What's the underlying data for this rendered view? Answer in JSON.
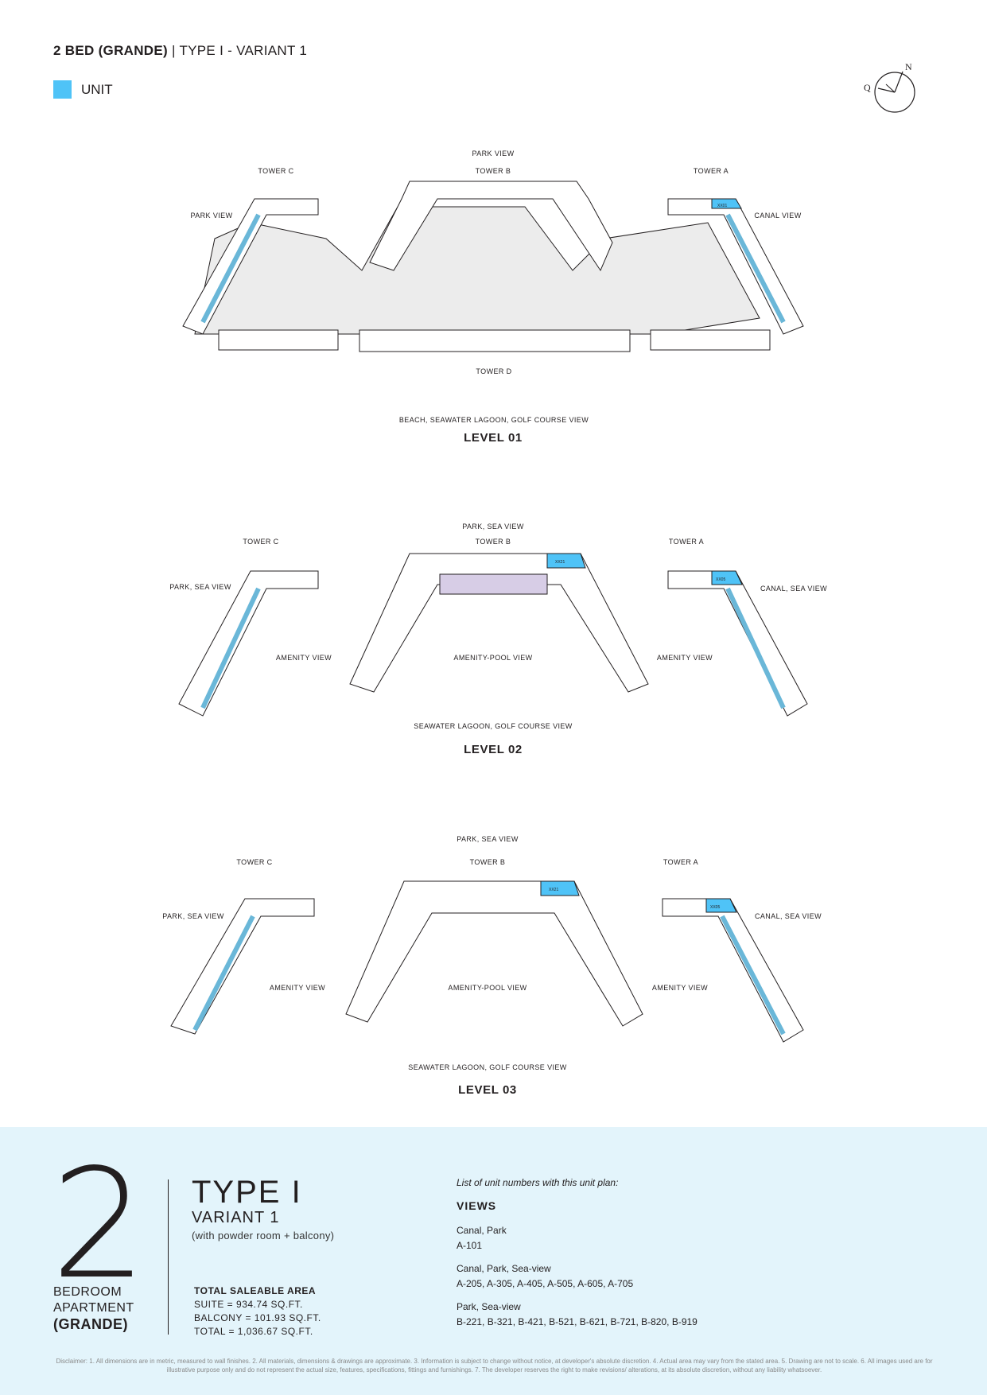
{
  "header": {
    "title_bold": "2 BED (GRANDE)",
    "title_rest": " | TYPE I - VARIANT 1"
  },
  "legend": {
    "label": "UNIT",
    "color": "#4fc3f7"
  },
  "compass": {
    "n": "N",
    "q": "Q"
  },
  "level1": {
    "title": "LEVEL 01",
    "top_view": "PARK VIEW",
    "tower_c": "TOWER C",
    "tower_b": "TOWER B",
    "tower_a": "TOWER A",
    "tower_d": "TOWER D",
    "left_view": "PARK VIEW",
    "right_view": "CANAL VIEW",
    "bottom_view": "BEACH, SEAWATER LAGOON, GOLF COURSE VIEW"
  },
  "level2": {
    "title": "LEVEL 02",
    "top_view": "PARK, SEA VIEW",
    "tower_c": "TOWER C",
    "tower_b": "TOWER B",
    "tower_a": "TOWER A",
    "left_view": "PARK, SEA VIEW",
    "right_view": "CANAL, SEA VIEW",
    "amenity_left": "AMENITY VIEW",
    "amenity_pool": "AMENITY-POOL VIEW",
    "amenity_right": "AMENITY VIEW",
    "bottom_view": "SEAWATER LAGOON, GOLF COURSE VIEW"
  },
  "level3": {
    "title": "LEVEL 03",
    "top_view": "PARK, SEA VIEW",
    "tower_c": "TOWER C",
    "tower_b": "TOWER B",
    "tower_a": "TOWER A",
    "left_view": "PARK, SEA VIEW",
    "right_view": "CANAL, SEA VIEW",
    "amenity_left": "AMENITY VIEW",
    "amenity_pool": "AMENITY-POOL VIEW",
    "amenity_right": "AMENITY VIEW",
    "bottom_view": "SEAWATER LAGOON, GOLF COURSE VIEW"
  },
  "plan_labels": {
    "l1_highlight": "XX01",
    "l2_highlight_b": "XX21",
    "l2_highlight_a": "XX05",
    "l3_highlight_b": "XX21",
    "l3_highlight_a": "XX05"
  },
  "info": {
    "bedroom_count": "2",
    "bedroom_line1": "BEDROOM",
    "bedroom_line2": "APARTMENT",
    "bedroom_line3": "(GRANDE)",
    "type": "TYPE I",
    "variant": "VARIANT 1",
    "with": "(with powder room + balcony)",
    "area_heading": "TOTAL SALEABLE AREA",
    "suite": "SUITE = 934.74 SQ.FT.",
    "balcony": "BALCONY = 101.93 SQ.FT.",
    "total": "TOTAL = 1,036.67 SQ.FT.",
    "list_intro": "List of unit numbers with this unit plan:",
    "views_heading": "VIEWS",
    "views": [
      {
        "category": "Canal, Park",
        "units": "A-101"
      },
      {
        "category": "Canal, Park, Sea-view",
        "units": "A-205, A-305, A-405, A-505, A-605, A-705"
      },
      {
        "category": "Park, Sea-view",
        "units": "B-221, B-321, B-421, B-521, B-621, B-721, B-820, B-919"
      }
    ]
  },
  "disclaimer": "Disclaimer: 1. All dimensions are in metric, measured to wall finishes. 2. All materials, dimensions & drawings are approximate. 3. Information is subject to change without notice, at developer's absolute discretion. 4. Actual area may vary from the stated area. 5. Drawing are not to scale. 6. All images used are for illustrative purpose only and do not represent the actual size, features, specifications, fittings and furnishings. 7. The developer reserves the right to make revisions/ alterations, at its absolute discretion, without any liability whatsoever."
}
